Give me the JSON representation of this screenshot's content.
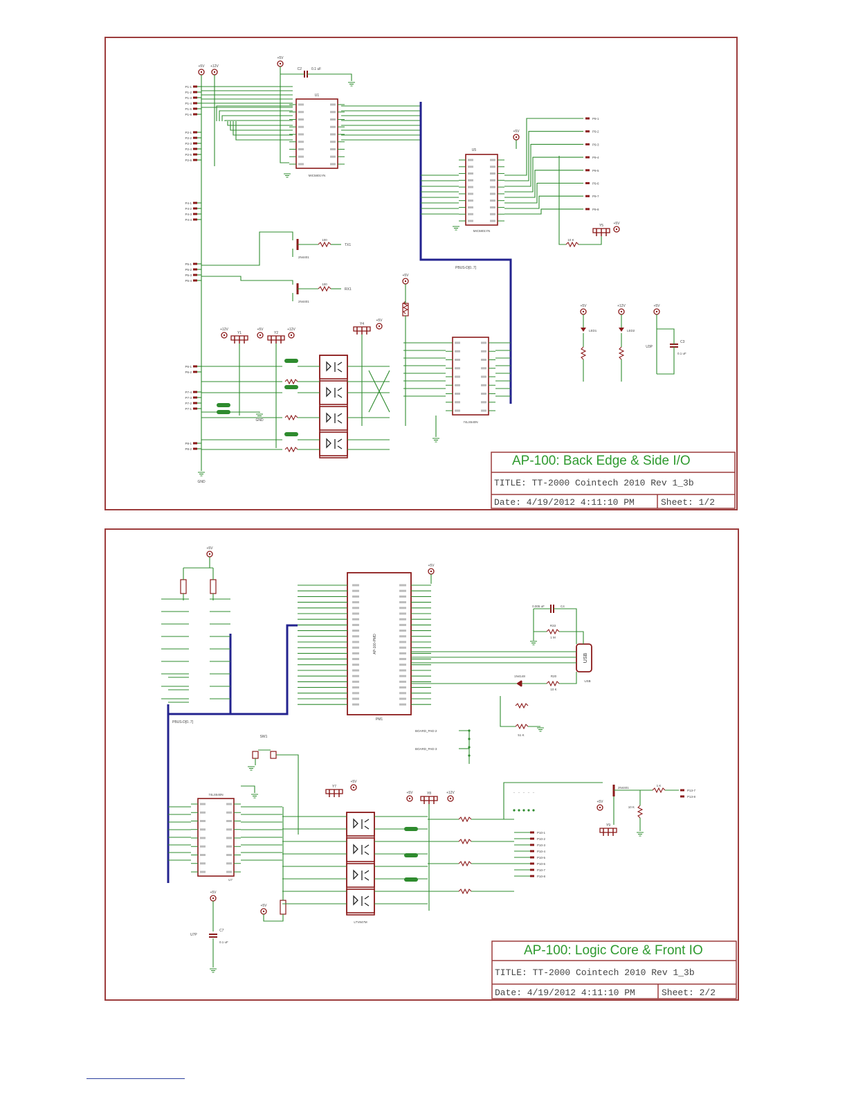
{
  "sheets": [
    {
      "title": "AP-100:  Back Edge & Side  I/O",
      "title_line": "TITLE:  TT-2000 Cointech 2010  Rev 1_3b",
      "date_line": "Date: 4/19/2012 4:11:10 PM",
      "sheet_line": "Sheet: 1/2"
    },
    {
      "title": "AP-100: Logic Core & Front IO",
      "title_line": "TITLE:  TT-2000 Cointech 2010  Rev 1_3b",
      "date_line": "Date: 4/19/2012 4:11:10 PM",
      "sheet_line": "Sheet: 2/2"
    }
  ],
  "colors": {
    "frame": "#9c3c3c",
    "wire": "#2e8b2e",
    "bus": "#23238f",
    "part": "#8b1a1a",
    "text": "#444444",
    "title": "#2f9a2f"
  },
  "schematic_labels": {
    "s1": {
      "rails": [
        "+5V",
        "+12V"
      ],
      "u1": "U1",
      "u1_part": "MIC5801YN",
      "u5": "U5",
      "u5_part": "MIC5801YN",
      "u3_part": "74LS540N",
      "c2": "C2",
      "c2_val": "0.1 uF",
      "bus": "PBUS-D[0..7]",
      "transistor": "2N4401",
      "tx": "TX1",
      "rx": "RX1",
      "res": "100",
      "res10k": "10 K",
      "gnd": "GND",
      "led1": "LED1",
      "led2": "LED2",
      "u3p": "U3P",
      "c3": "C3",
      "c3_val": "0.1 uF",
      "y5": "Y5",
      "y1": "Y1",
      "y2": "Y2",
      "y4": "Y4",
      "p1": [
        "P1-1",
        "P1-2",
        "P1-3",
        "P1-4",
        "P1-5",
        "P1-6"
      ],
      "p2": [
        "P2-1",
        "P2-2",
        "P2-3",
        "P2-4",
        "P2-5",
        "P2-6"
      ],
      "p4": [
        "P4-1",
        "P4-2",
        "P4-3",
        "P4-4"
      ],
      "p5": [
        "P5-1",
        "P5-2",
        "P5-3",
        "P5-4"
      ],
      "p6": [
        "P6-1",
        "P6-2"
      ],
      "p7": [
        "P7-4",
        "P7-3",
        "P7-2",
        "P7-1"
      ],
      "p8": [
        "P8-1",
        "P8-2"
      ],
      "p9": [
        "P9-1",
        "P9-2",
        "P9-3",
        "P9-4",
        "P9-5",
        "P9-6",
        "P9-7",
        "P9-8"
      ]
    },
    "s2": {
      "rails": [
        "+5V",
        "+12V"
      ],
      "pm1": "PM1",
      "pm1_part": "AP-100-PMD",
      "bus": "PBUS-D[0..7]",
      "sw1": "SW1",
      "u7": "U7",
      "u7_part": "74LS540N",
      "opto": "LTV847M",
      "c4": "C4",
      "c4_val": "0.005 uF",
      "r33": "R33",
      "r33_val": "1 M",
      "usb": "USB",
      "usb_label": "USB",
      "diode": "1N4148",
      "r20": "R20",
      "r20_val": "10 K",
      "c7": "C7",
      "c7_val": "0.1 uF",
      "u7p": "U7P",
      "transistor": "2N4401",
      "res1k": "1 K",
      "res10k": "10 K",
      "y7": "Y7",
      "y8": "Y8",
      "y9": "Y9",
      "r51k": "51 K",
      "board_pad1": "BOARD_PAD-2",
      "board_pad2": "BOARD_PAD-3",
      "p10": [
        "P10-1",
        "P10-2",
        "P10-3",
        "P10-4",
        "P10-5",
        "P10-6",
        "P10-7",
        "P10-8"
      ],
      "p13": [
        "P13-7",
        "P13-8"
      ]
    }
  }
}
